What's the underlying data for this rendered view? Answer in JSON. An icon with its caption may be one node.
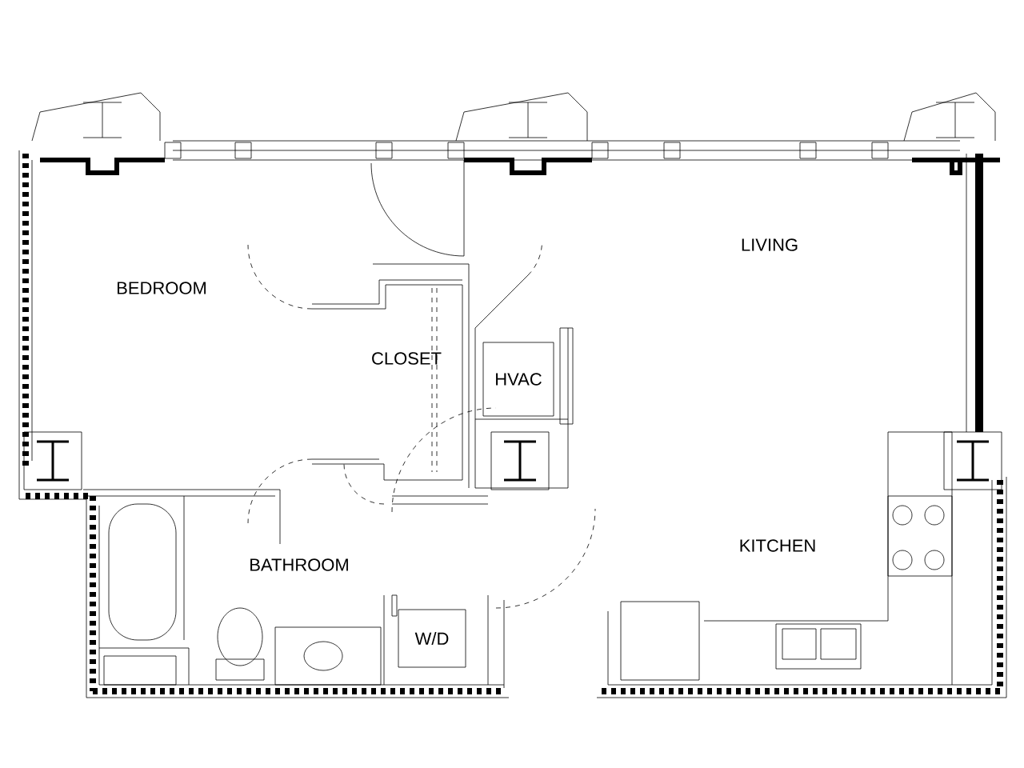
{
  "diagram": {
    "nodes": [
      {
        "text": [
          "HVAC"
        ]
      },
      {
        "text": [
          "W/D"
        ]
      }
    ],
    "labels": [
      "BEDROOM",
      "LIVING",
      "CLOSET",
      "BATHROOM",
      "KITCHEN"
    ]
  }
}
